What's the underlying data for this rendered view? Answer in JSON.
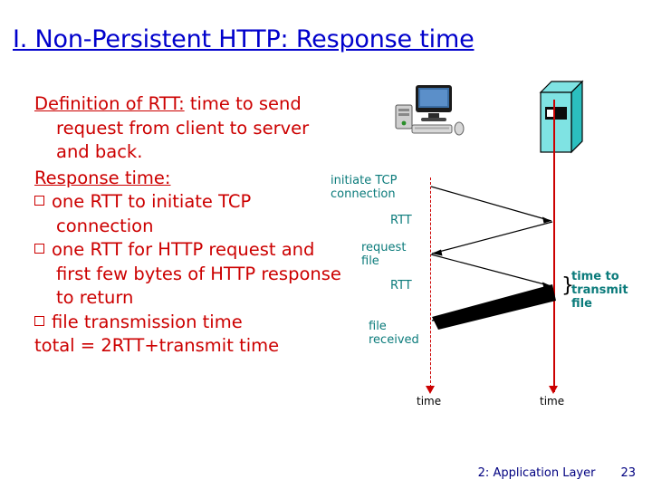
{
  "slide": {
    "title": "I. Non-Persistent HTTP: Response time",
    "body": {
      "definition_label": "Definition of RTT:",
      "definition_text": " time to send request from client to server and back.",
      "response_time_heading": "Response time:",
      "bullets": [
        "one RTT to initiate TCP connection",
        "one RTT for HTTP request and first few bytes of HTTP response to return",
        "file transmission time"
      ],
      "total_line": "total = 2RTT+transmit time"
    },
    "diagram": {
      "labels": {
        "initiate_tcp": "initiate TCP",
        "connection": "connection",
        "rtt_1": "RTT",
        "request": "request",
        "file": "file",
        "rtt_2": "RTT",
        "file_received_1": "file",
        "file_received_2": "received",
        "time_to": "time to",
        "transmit": "transmit",
        "transmit_file": "file",
        "brace": "}",
        "time_left": "time",
        "time_right": "time"
      },
      "icons": {
        "client": "desktop-computer-icon",
        "server": "server-icon"
      }
    },
    "footer": {
      "section": "2: Application Layer",
      "page_number": "23"
    },
    "colors": {
      "title": "#0000cc",
      "body": "#cc0000",
      "diagram_label": "#0b7b7b",
      "footer": "#000080"
    }
  }
}
